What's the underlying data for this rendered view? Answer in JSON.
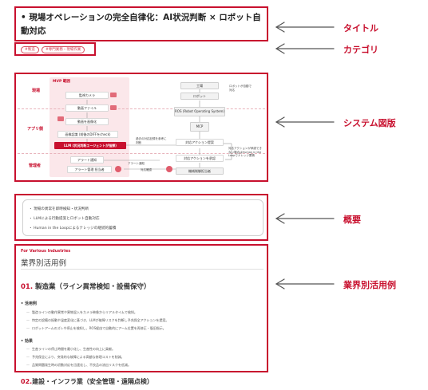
{
  "header": {
    "title": "• 現場オペレーションの完全自律化：AI状況判断 × ロボット自動対応",
    "tags": [
      "#製造",
      "#専門業務・現場作業"
    ]
  },
  "annotations": {
    "title": "タイトル",
    "category": "カテゴリ",
    "diagram": "システム図版",
    "overview": "概要",
    "use_cases": "業界別活用例"
  },
  "diagram": {
    "lanes": [
      "現場",
      "アプリ側",
      "管理者"
    ],
    "mvp_label": "MVP 範囲",
    "nodes": {
      "camera": "監視カメラ",
      "video_file": "動画ファイル",
      "frames": "動画を画像化",
      "image_recog": "画像認識 (前後のDIFFをcheck)",
      "llm": "LLM (状況判断エージェントが指揮)",
      "alert_notify": "アラート通知",
      "alert_admin": "アラート管理 担当者",
      "factory": "工場",
      "robot": "ロボット",
      "ros": "ROS (Robot Operating System)",
      "mcp": "MCP",
      "response_plan": "対応アクション提案",
      "approve": "対応アクションを承認",
      "operator": "機械制御担当者"
    },
    "notes": {
      "robot_auto": "ロボットが自動で対応",
      "past_ref": "過去の対応記録を参考に判断",
      "alert_notify2": "アラート通知",
      "response_confirm": "対応確認",
      "human_loop": "対応アクションが承認できない場合はHuman in the Loopでナレッジ蓄積"
    }
  },
  "overview": {
    "items": [
      "現場の異常を即時検知・状況判断",
      "LLMによる行動提案とロボット自動対応",
      "Human in the Loopによるナレッジの継続的蓄積"
    ]
  },
  "use_cases": {
    "subtitle": "For Various Industries",
    "title": "業界別活用例",
    "case1": {
      "number": "01.",
      "name": "製造業（ライン異常検知・設備保守）",
      "usage_heading": "• 活用例",
      "usage_items": [
        "製造ラインの動作異常や異物混入をカメラ映像からリアルタイムで検知。",
        "特定の設備の振動や温度変化に基づき、LLMが故障リスクを判断し予兆保全アクションを提案。",
        "ロボットアームのズレや停止を検知し、ROS経由で自動的にアーム位置を再修正・復旧指示。"
      ],
      "effect_heading": "• 効果",
      "effect_items": [
        "生産ラインの停止時間を最小化し、生産性の向上に貢献。",
        "予兆保全により、突発的な故障による高額な修理コストを削減。",
        "品質問題発生時の初動対応を迅速化し、不良品の流出リスクを低減。"
      ]
    },
    "case2": {
      "number": "02.",
      "name": "建設・インフラ業（安全管理・遠隔点検）"
    }
  },
  "colors": {
    "accent": "#c8102e",
    "pink_band": "#fbe7ea"
  }
}
